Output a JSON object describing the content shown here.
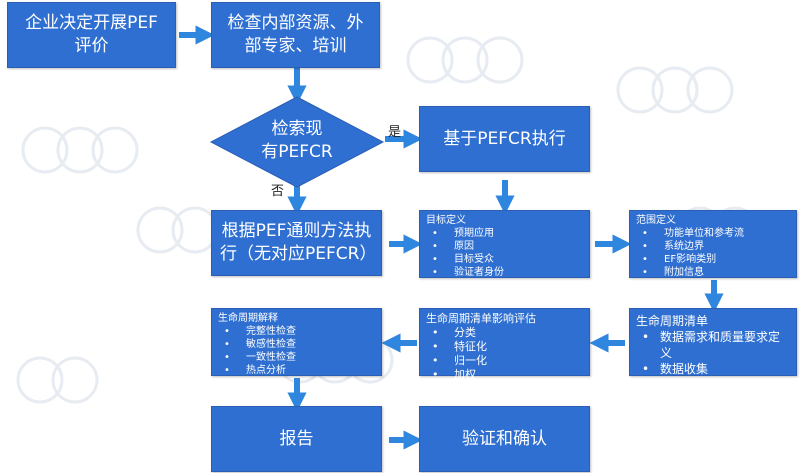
{
  "colors": {
    "box": "#2f6fd1",
    "arrow": "#2e86de",
    "text": "#ffffff"
  },
  "nodes": {
    "start": "企业决定开展PEF评价",
    "check_resources": "检查内部资源、外部专家、培训",
    "decision": {
      "line1": "检索现",
      "line2": "有PEFCR"
    },
    "follow_pefcr": "基于PEFCR执行",
    "general_method": "根据PEF通则方法执行（无对应PEFCR）",
    "goal": {
      "title": "目标定义",
      "items": [
        "预期应用",
        "原因",
        "目标受众",
        "验证者身份"
      ]
    },
    "scope": {
      "title": "范围定义",
      "items": [
        "功能单位和参考流",
        "系统边界",
        "EF影响类别",
        "附加信息"
      ]
    },
    "inventory": {
      "title": "生命周期清单",
      "items": [
        "数据需求和质量要求定义",
        "数据收集"
      ]
    },
    "impact": {
      "title": "生命周期清单影响评估",
      "items": [
        "分类",
        "特征化",
        "归一化",
        "加权"
      ]
    },
    "interpretation": {
      "title": "生命周期解释",
      "items": [
        "完整性检查",
        "敏感性检查",
        "一致性检查",
        "热点分析"
      ]
    },
    "report": "报告",
    "verify": "验证和确认"
  },
  "labels": {
    "yes": "是",
    "no": "否"
  }
}
